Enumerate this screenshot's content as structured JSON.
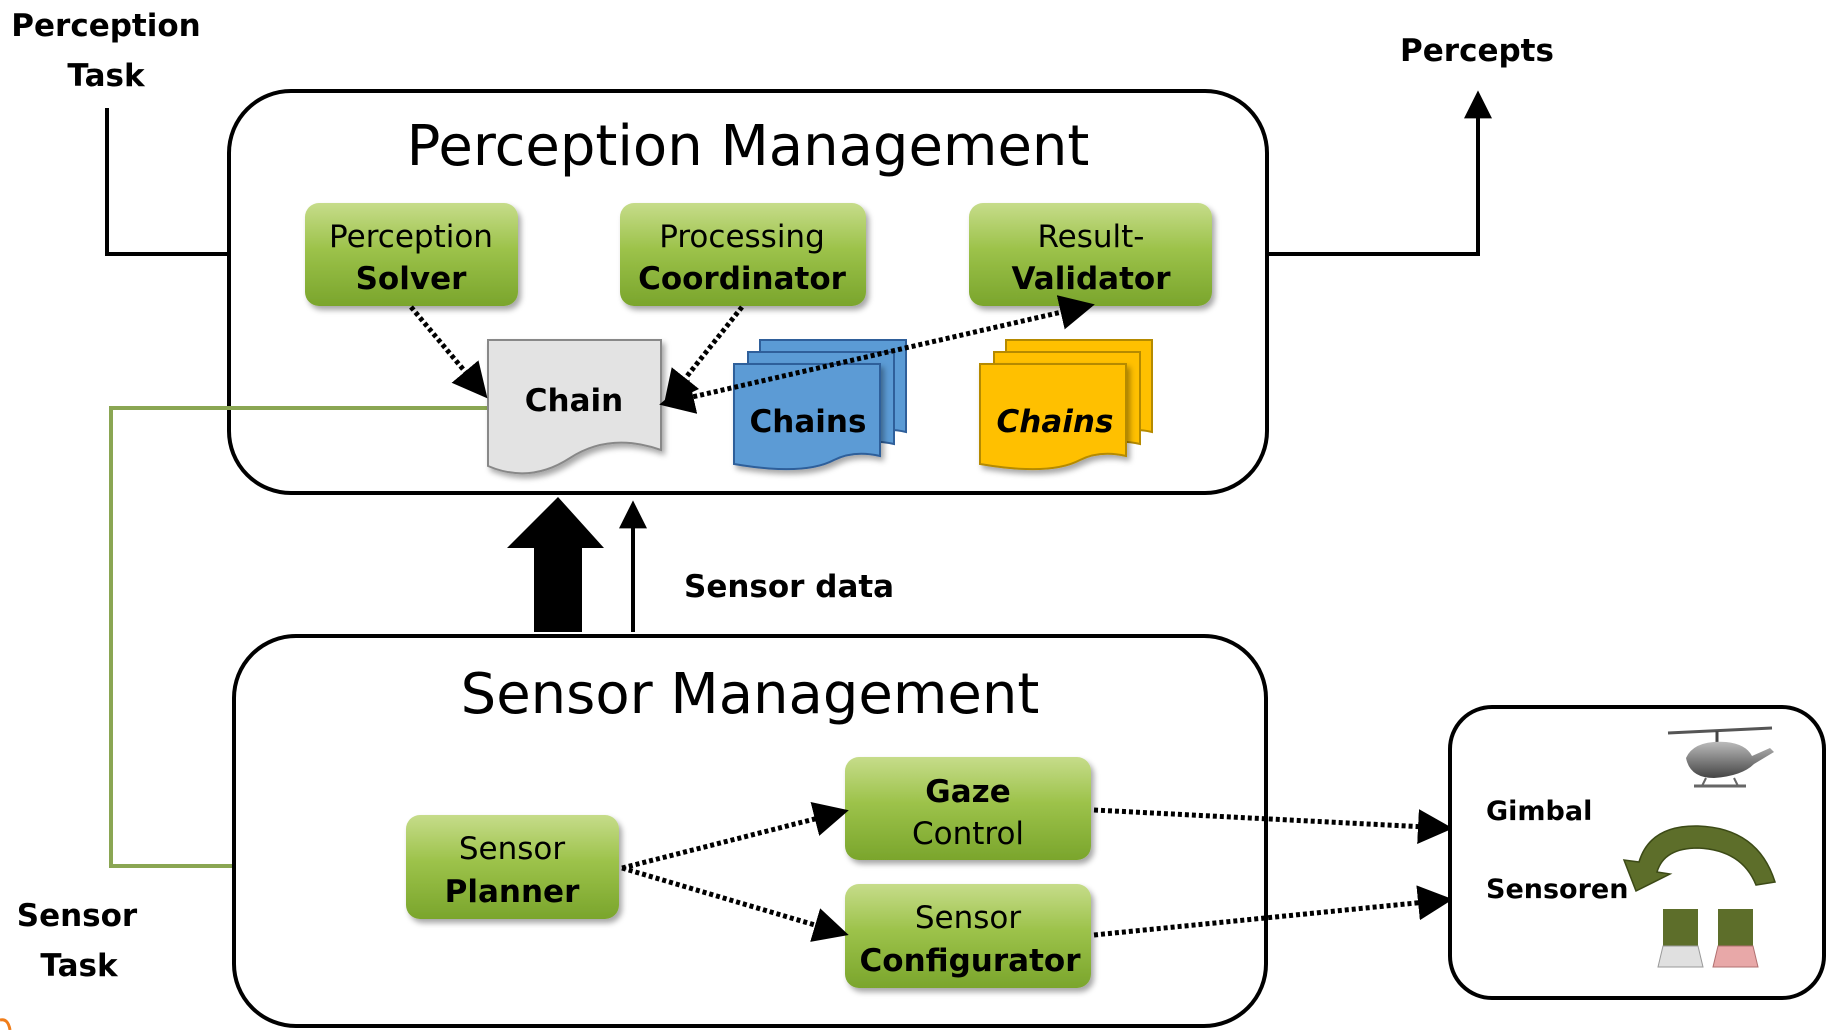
{
  "inputs": {
    "perception_task": [
      "Perception",
      "Task"
    ],
    "sensor_task": [
      "Sensor",
      "Task"
    ]
  },
  "outputs": {
    "percepts": "Percepts"
  },
  "perception_management": {
    "title": "Perception Management",
    "solver": {
      "line1": "Perception",
      "line2": "Solver"
    },
    "coordinator": {
      "line1": "Processing",
      "line2": "Coordinator"
    },
    "validator": {
      "line1": "Result-",
      "line2": "Validator"
    },
    "chain": "Chain",
    "chains_blue": "Chains",
    "chains_yellow": "Chains"
  },
  "sensor_data": "Sensor data",
  "sensor_management": {
    "title": "Sensor Management",
    "planner": {
      "line1": "Sensor",
      "line2": "Planner"
    },
    "gaze": {
      "line1": "Gaze",
      "line2": "Control"
    },
    "configurator": {
      "line1": "Sensor",
      "line2": "Configurator"
    }
  },
  "platform": {
    "gimbal": "Gimbal",
    "sensoren": "Sensoren"
  },
  "colors": {
    "component_green": "#8fb83a",
    "sensor_task_line": "#8aa653",
    "chains_blue": "#5b9bd5",
    "chains_yellow": "#ffc000",
    "chain_grey": "#e3e3e3",
    "rotate_arrow": "#5d6e2a"
  }
}
